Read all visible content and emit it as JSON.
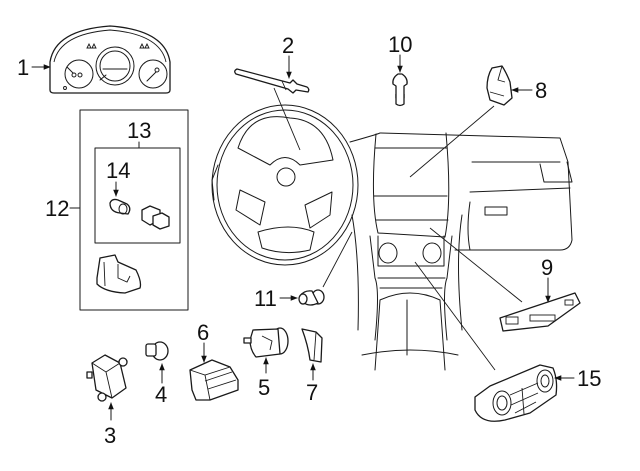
{
  "diagram": {
    "type": "automotive parts diagram",
    "subject": "Instrument panel / dashboard switches and cluster",
    "colors": {
      "line": "#1a1a1a",
      "background": "#ffffff"
    }
  },
  "callouts": [
    {
      "id": "1",
      "label": "1",
      "part": "instrument-cluster"
    },
    {
      "id": "2",
      "label": "2",
      "part": "combination-switch-stalk"
    },
    {
      "id": "3",
      "label": "3",
      "part": "switch-module"
    },
    {
      "id": "4",
      "label": "4",
      "part": "small-switch-bulb-holder"
    },
    {
      "id": "5",
      "label": "5",
      "part": "ignition-lock-cylinder-housing"
    },
    {
      "id": "6",
      "label": "6",
      "part": "switch-panel"
    },
    {
      "id": "7",
      "label": "7",
      "part": "trim-cover"
    },
    {
      "id": "8",
      "label": "8",
      "part": "dash-switch"
    },
    {
      "id": "9",
      "label": "9",
      "part": "center-switch-panel"
    },
    {
      "id": "10",
      "label": "10",
      "part": "sensor"
    },
    {
      "id": "11",
      "label": "11",
      "part": "push-button-switch"
    },
    {
      "id": "12",
      "label": "12",
      "part": "switch-assembly-kit"
    },
    {
      "id": "13",
      "label": "13",
      "part": "switch-subassembly"
    },
    {
      "id": "14",
      "label": "14",
      "part": "bulb"
    },
    {
      "id": "15",
      "label": "15",
      "part": "climate-control-unit"
    }
  ]
}
